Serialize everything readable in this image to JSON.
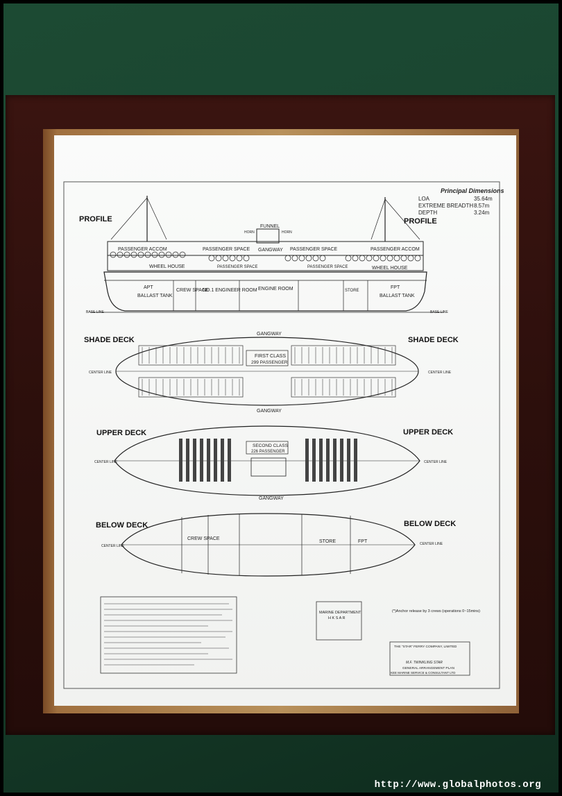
{
  "labels": {
    "profile": "PROFILE",
    "shade_deck": "SHADE DECK",
    "upper_deck": "UPPER DECK",
    "below_deck": "BELOW DECK",
    "principal_dimensions": "Principal Dimensions",
    "loa": "LOA",
    "loa_val": "35.64m",
    "breadth": "EXTREME BREADTH",
    "breadth_val": "8.57m",
    "depth": "DEPTH",
    "depth_val": "3.24m",
    "funnel": "FUNNEL",
    "horn": "HORN",
    "gangway": "GANGWAY",
    "passenger_accom": "PASSENGER ACCOM",
    "passenger_space": "PASSENGER SPACE",
    "wheel_house": "WHEEL HOUSE",
    "apt": "APT",
    "ballast_tank": "BALLAST TANK",
    "crew_space": "CREW SPACE",
    "engineer_room": "NO.1 ENGINEER ROOM",
    "engine_room": "ENGINE ROOM",
    "store": "STORE",
    "fpt": "FPT",
    "first_class": "FIRST CLASS",
    "first_class_count": "299 PASSENGER",
    "second_class": "SECOND CLASS",
    "second_class_count": "226 PASSENGER",
    "center_line": "CENTER LINE",
    "crew_space_below": "CREW SPACE",
    "store_below": "STORE",
    "base_line": "BASE LINE",
    "marine_dept": "MARINE DEPARTMENT",
    "hksar": "H K S A R",
    "company": "THE \"STAR\" FERRY COMPANY, LIMITED",
    "plan_title": "GENERAL ARRANGEMENT PLAN",
    "vessel": "M.F. TWINKLING STAR",
    "consultant": "KEE MARINE SERVICE & CONSULTANT LTD",
    "anchor_note": "(*)Anchor release by 3 crews (operations 0~15mins)"
  },
  "watermark": "http://www.globalphotos.org",
  "colors": {
    "wall": "#1a4530",
    "frame": "#2c0f0c",
    "paper": "#f5f6f4",
    "ink": "#222222",
    "red_note": "#cc2222"
  }
}
